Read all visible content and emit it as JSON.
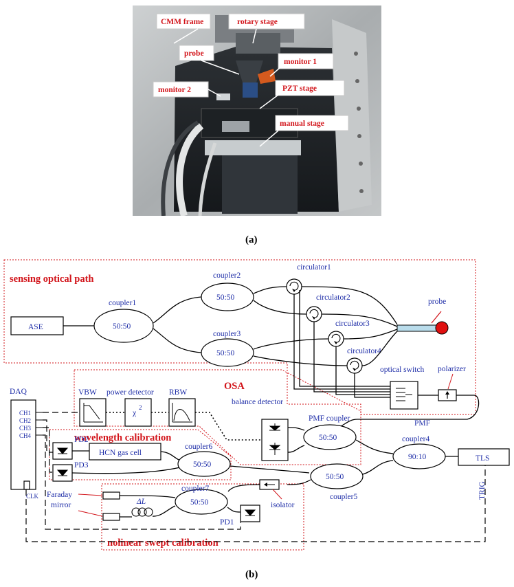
{
  "captions": {
    "a": "(a)",
    "b": "(b)"
  },
  "photo": {
    "labels": [
      "CMM frame",
      "rotary stage",
      "probe",
      "monitor 1",
      "monitor 2",
      "PZT stage",
      "manual stage"
    ]
  },
  "diagram": {
    "regions": {
      "sensing": "sensing optical path",
      "osa": "OSA",
      "wavelength": "wavelength calibration",
      "nonlinear": "nolinear swept calibration"
    },
    "components": {
      "ase": "ASE",
      "coupler1": "coupler1",
      "coupler1_ratio": "50:50",
      "coupler2": "coupler2",
      "coupler2_ratio": "50:50",
      "coupler3": "coupler3",
      "coupler3_ratio": "50:50",
      "circulator1": "circulator1",
      "circulator2": "circulator2",
      "circulator3": "circulator3",
      "circulator4": "circulator4",
      "probe": "probe",
      "optical_switch": "optical switch",
      "polarizer": "polarizer",
      "pmf": "PMF",
      "daq": "DAQ",
      "ch1": "CH1",
      "ch2": "CH2",
      "ch3": "CH3",
      "ch4": "CH4",
      "clk": "CLK",
      "vbw": "VBW",
      "power_detector": "power detector",
      "chi": "χ",
      "chi_sup": "2",
      "rbw": "RBW",
      "balance_detector": "balance detector",
      "pmf_coupler": "PMF coupler",
      "pmf_coupler_ratio": "50:50",
      "pd2": "PD2",
      "pd3": "PD3",
      "hcn": "HCN  gas cell",
      "coupler6": "coupler6",
      "coupler6_ratio": "50:50",
      "coupler5": "coupler5",
      "coupler5_ratio": "50:50",
      "coupler4": "coupler4",
      "coupler4_ratio": "90:10",
      "tls": "TLS",
      "trig": "TRIG",
      "faraday_1": "Faraday",
      "faraday_2": "mirror",
      "delta_l": "ΔL",
      "coupler7": "coupler7",
      "coupler7_ratio": "50:50",
      "isolator": "isolator",
      "pd1": "PD1"
    }
  }
}
